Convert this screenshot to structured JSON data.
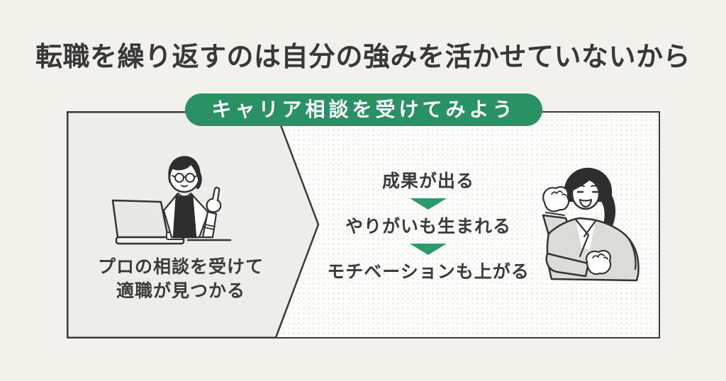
{
  "page": {
    "background_color": "#f2f1eb",
    "title": "転職を繰り返すのは自分の強みを活かせていないから",
    "title_color": "#383838"
  },
  "badge": {
    "label": "キャリア相談を受けてみよう",
    "background_color": "#2a9164",
    "text_color": "#ffffff"
  },
  "diagram": {
    "border_color": "#3a3a3a",
    "left_panel": {
      "fill_color": "#ededea",
      "illustration": "consultant-with-glasses-at-laptop",
      "caption_line1": "プロの相談を受けて",
      "caption_line2": "適職が見つかる"
    },
    "right_panel": {
      "fill_color": "#fdfdfb",
      "arrow_color": "#2e9a6b",
      "steps": [
        "成果が出る",
        "やりがいも生まれる",
        "モチベーションも上がる"
      ],
      "illustration": "happy-businesswoman-raising-fist"
    }
  }
}
